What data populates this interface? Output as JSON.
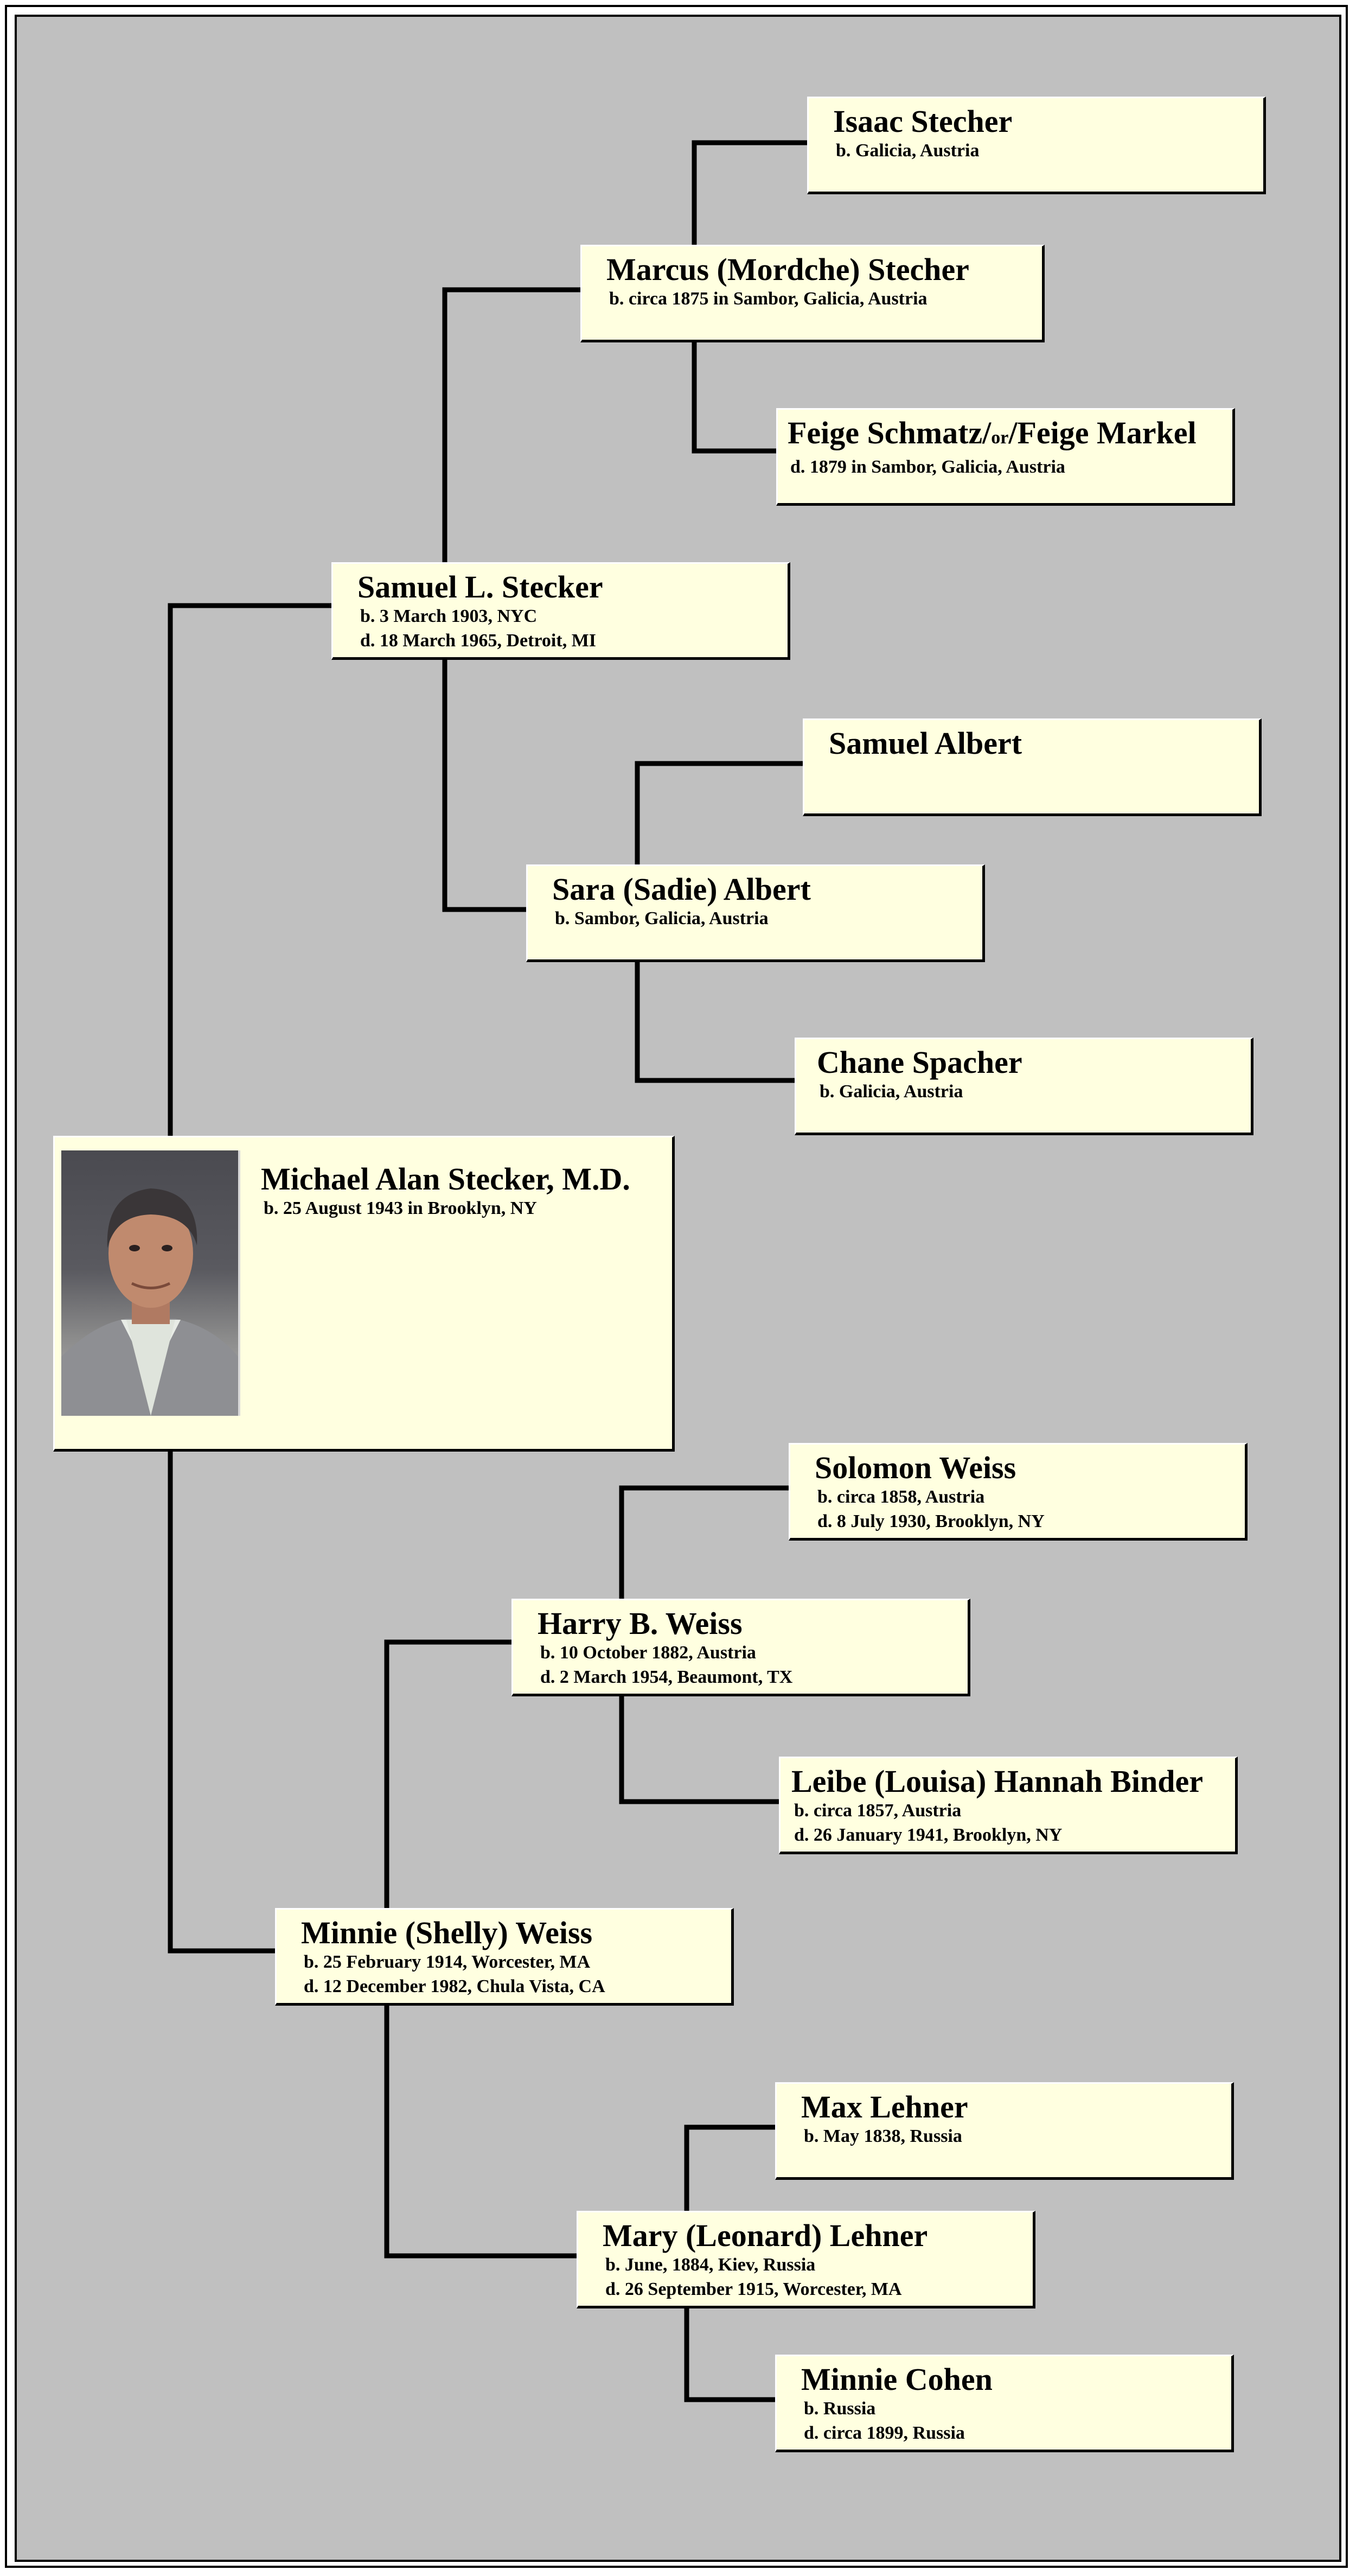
{
  "colors": {
    "background": "#c0c0c0",
    "box_fill": "#ffffe0",
    "connector": "#000000"
  },
  "subject": {
    "name": "Michael Alan Stecker, M.D.",
    "born": "b. 25 August 1943 in Brooklyn, NY",
    "photo": "portrait-photo"
  },
  "father": {
    "name": "Samuel L. Stecker",
    "born": "b. 3 March 1903, NYC",
    "died": "d. 18 March 1965, Detroit, MI"
  },
  "paternal_grandfather": {
    "name": "Marcus (Mordche) Stecher",
    "born": "b. circa 1875 in Sambor, Galicia, Austria"
  },
  "paternal_gg_father": {
    "name": "Isaac Stecher",
    "born": "b. Galicia, Austria"
  },
  "paternal_gg_mother": {
    "name_part1": "Feige Schmatz/",
    "name_or": "or",
    "name_part2": "/Feige Markel",
    "died": "d. 1879 in Sambor, Galicia, Austria"
  },
  "paternal_grandmother": {
    "name": "Sara (Sadie) Albert",
    "born": "b. Sambor, Galicia, Austria"
  },
  "paternal_gm_father": {
    "name": "Samuel Albert"
  },
  "paternal_gm_mother": {
    "name": "Chane Spacher",
    "born": "b. Galicia, Austria"
  },
  "mother": {
    "name": "Minnie (Shelly) Weiss",
    "born": "b. 25 February 1914, Worcester, MA",
    "died": "d. 12 December 1982, Chula Vista, CA"
  },
  "maternal_grandfather": {
    "name": "Harry B. Weiss",
    "born": "b. 10 October 1882, Austria",
    "died": "d. 2 March 1954, Beaumont, TX"
  },
  "maternal_gf_father": {
    "name": "Solomon Weiss",
    "born": "b. circa 1858, Austria",
    "died": "d. 8 July 1930, Brooklyn, NY"
  },
  "maternal_gf_mother": {
    "name": "Leibe (Louisa) Hannah Binder",
    "born": "b. circa 1857, Austria",
    "died": "d. 26 January 1941, Brooklyn, NY"
  },
  "maternal_grandmother": {
    "name": "Mary (Leonard) Lehner",
    "born": "b. June, 1884, Kiev, Russia",
    "died": "d. 26 September 1915, Worcester, MA"
  },
  "maternal_gm_father": {
    "name": "Max Lehner",
    "born": "b. May 1838, Russia"
  },
  "maternal_gm_mother": {
    "name": "Minnie Cohen",
    "born": "b. Russia",
    "died": "d. circa 1899, Russia"
  }
}
